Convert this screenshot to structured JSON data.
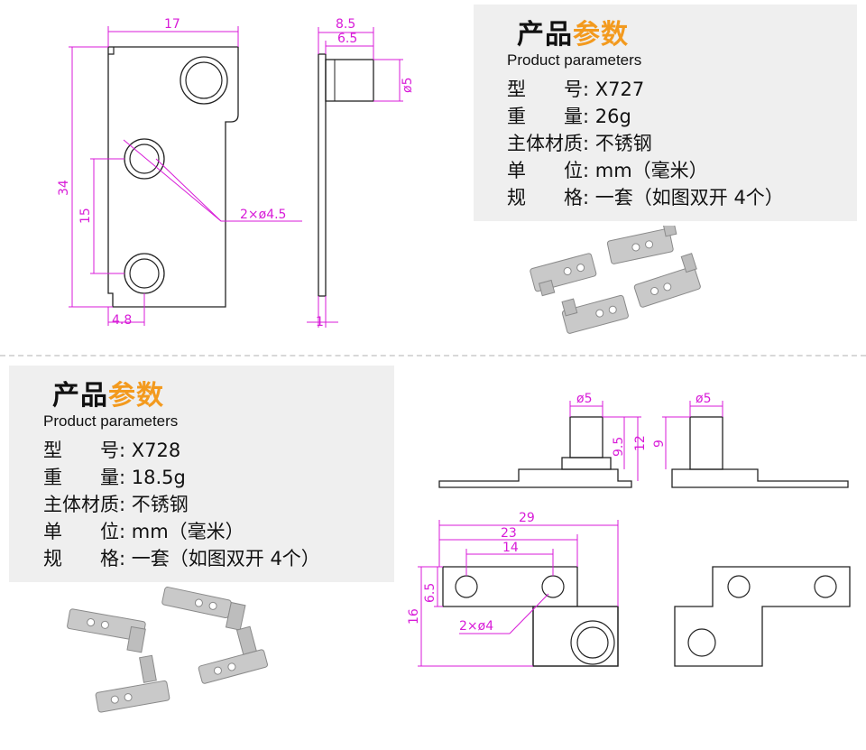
{
  "products": [
    {
      "title_black": "产品",
      "title_orange": "参数",
      "subtitle": "Product parameters",
      "rows": [
        {
          "label": "型　　号:",
          "value": "X727"
        },
        {
          "label": "重　　量:",
          "value": "26g"
        },
        {
          "label": "主体材质:",
          "value": "不锈钢"
        },
        {
          "label": "单　　位:",
          "value": "mm（毫米）"
        },
        {
          "label": "规　　格:",
          "value": "一套（如图双开 4个）"
        }
      ]
    },
    {
      "title_black": "产品",
      "title_orange": "参数",
      "subtitle": "Product parameters",
      "rows": [
        {
          "label": "型　　号:",
          "value": "X728"
        },
        {
          "label": "重　　量:",
          "value": "18.5g"
        },
        {
          "label": "主体材质:",
          "value": "不锈钢"
        },
        {
          "label": "单　　位:",
          "value": "mm（毫米）"
        },
        {
          "label": "规　　格:",
          "value": "一套（如图双开 4个）"
        }
      ]
    }
  ],
  "drawing1": {
    "dims": {
      "width": "17",
      "height": "34",
      "spacing": "15",
      "edge": "4.8",
      "holes": "2×ø4.5",
      "side_total": "8.5",
      "side_pin": "6.5",
      "pin_dia": "ø5",
      "thickness": "1"
    }
  },
  "drawing2": {
    "dims": {
      "pin_dia_a": "ø5",
      "pin_dia_b": "ø5",
      "pin_h1": "9.5",
      "pin_h2": "12",
      "pin_h3": "9",
      "width_total": "29",
      "width_mid": "23",
      "width_holes": "14",
      "strip": "6.5",
      "height": "16",
      "holes": "2×ø4"
    }
  },
  "colors": {
    "dimension": "#d81bd8",
    "accent": "#f39a1e",
    "panel": "#efefef"
  }
}
